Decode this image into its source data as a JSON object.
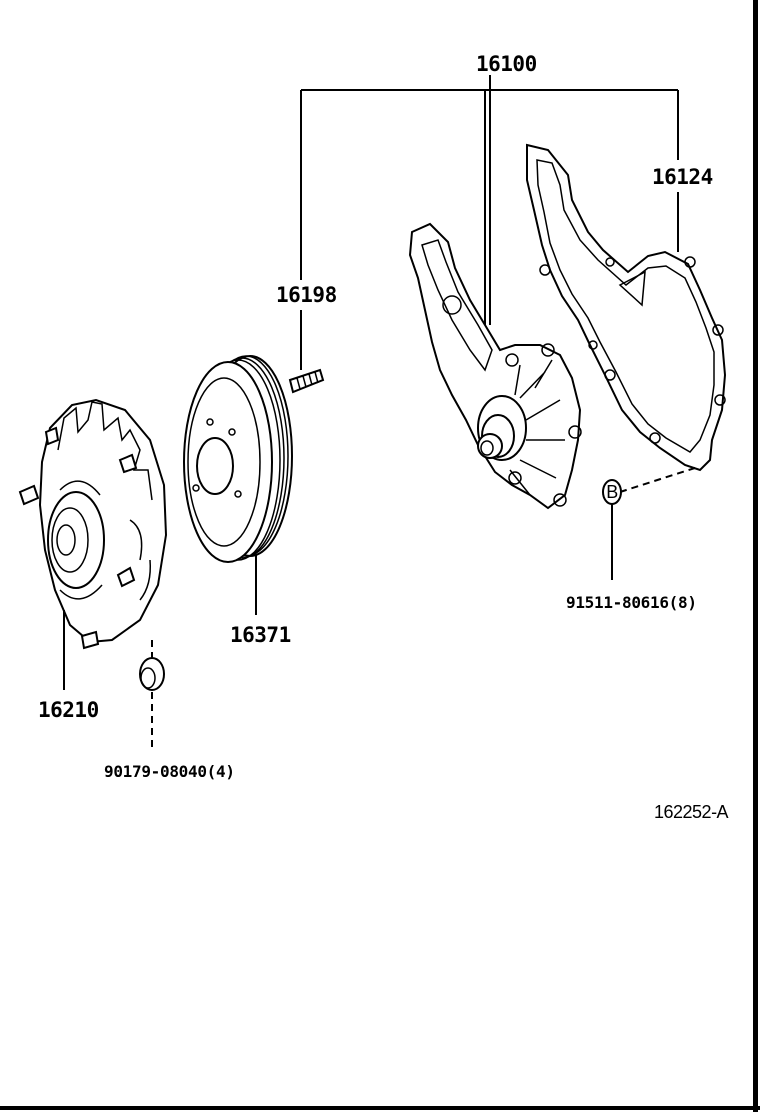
{
  "labels": {
    "water_pump_assy": "16100",
    "gasket": "16124",
    "stud": "16198",
    "pulley": "16371",
    "fan_clutch": "16210",
    "nut": "90179-08040(4)",
    "bolt": "91511-80616(8)",
    "bolt_marker": "B",
    "diagram_ref": "162252-A"
  }
}
